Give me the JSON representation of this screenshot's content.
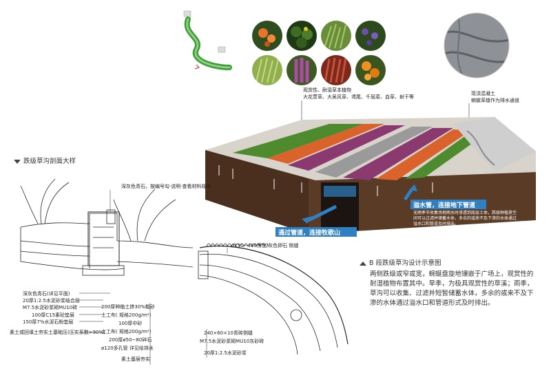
{
  "plants": {
    "caption_line1": "观赏性、耐湿草本植物",
    "caption_line2": "大花萱草、大吴风草、鸢尾、千屈菜、血草、射干等"
  },
  "concrete": {
    "line1": "现浇混凝土",
    "line2": "蜿蜒草缝作为排水通道"
  },
  "section_title": "跌级草沟剖面大样",
  "diagram_title": "B 段跌级草沟设计示意图",
  "description": "两侧跌级或窄或宽，蜿蜒盘旋地镶嵌于广场上，观赏性的耐湿植物布置其中。旱季，为极具观赏性的草溪；雨季，草沟可以收集、过滤并短暂储蓄水体，多余的或来不及下渗的水体通过溢水口和管道形式及时排出。",
  "callouts": {
    "overflow": "溢水管，连接地下管道",
    "pipe": "通过管道，连接牧歌山",
    "overflow_note": "无雨季节收集场地雨水时渗透到底层土体，跌级种植草空间可以过滤并储蓄水体，多余的或来不及下渗的水体通过溢水口和管道及时排出。"
  },
  "section_labels": {
    "top": "深灰色青石，按编号勾·说明·查看材料规格",
    "pipe_top": "ø150~400黑色/灰色卵石  侧缝",
    "left": [
      "深灰色青石(详见平面)",
      "20厚1:2.5水泥砂浆结合层",
      "M7.5水泥砂浆砌MU10砖",
      "100厚C15素砼垫层",
      "150厚7%水泥石粉垫层",
      "素土或回填土夯实土基础压(压实系数>90%)"
    ],
    "mid": [
      "200厚种植土掺30%粗砂",
      "土工布( 规格200g/m²)",
      "100厚中砂",
      "土工布( 规格200g/m²)",
      "200厚ø50~80碎石",
      "ø120多孔管  详见给排水",
      "素土基层夯实"
    ],
    "right": [
      "240×60×10青砖侧缝",
      "M7.5水泥砂浆砌MU10灰砂砖",
      "20厚1:2.5水泥砂浆"
    ]
  },
  "colors": {
    "soil": "#5a3b26",
    "grass": "#4e8a2e",
    "orange_plants": "#d9632a",
    "purple_plants": "#8a3a6e",
    "water_blue": "#2f7fc1",
    "concrete": "#cfcfcf"
  }
}
